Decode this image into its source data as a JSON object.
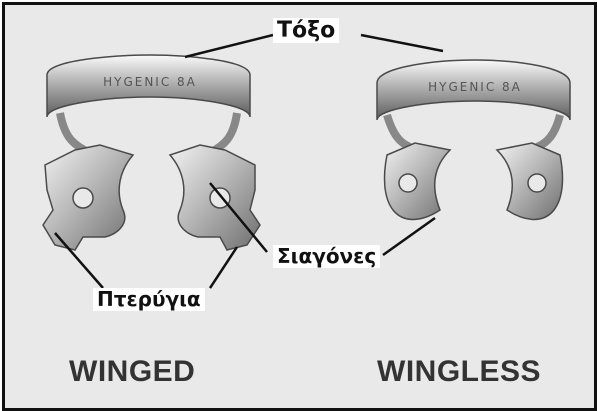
{
  "labels": {
    "bow": "Τόξο",
    "jaws": "Σιαγόνες",
    "wings": "Πτερύγια"
  },
  "clamps": {
    "left": {
      "engraving": "HYGENIC 8A",
      "caption": "WINGED"
    },
    "right": {
      "engraving": "HYGENIC 8A",
      "caption": "WINGLESS"
    }
  },
  "colors": {
    "background": "#e9e9e9",
    "border": "#111111",
    "metal_light": "#dcdcdc",
    "metal_dark": "#6e6e6e",
    "caption": "#333333"
  }
}
